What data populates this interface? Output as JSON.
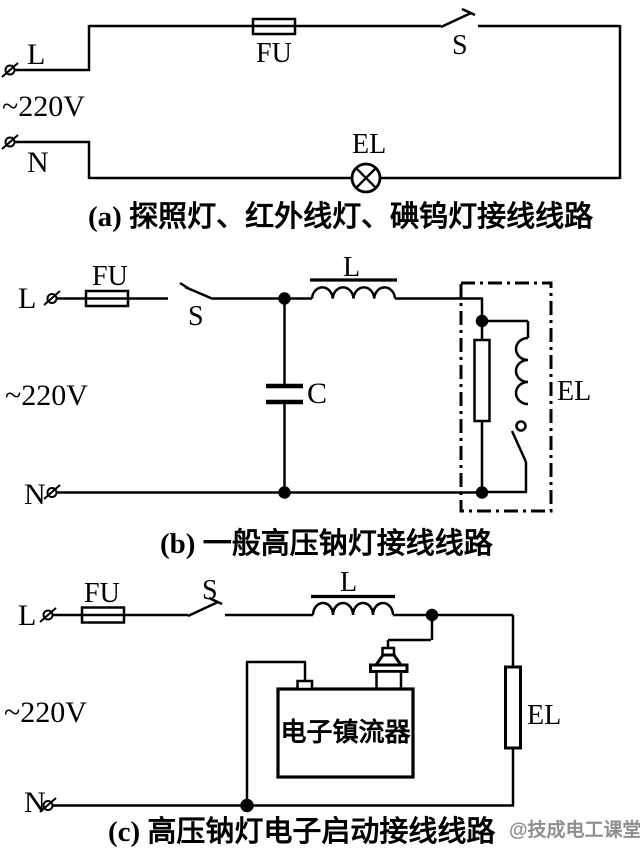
{
  "figure": {
    "background": "#ffffff",
    "ink": "#000000",
    "watermark_color": "#8f8f8f"
  },
  "circuit_a": {
    "caption": "(a) 探照灯、红外线灯、碘钨灯接线线路",
    "labels": {
      "live": "L",
      "voltage": "~220V",
      "neutral": "N",
      "fuse": "FU",
      "switch": "S",
      "lamp": "EL"
    }
  },
  "circuit_b": {
    "caption": "(b) 一般高压钠灯接线线路",
    "labels": {
      "live": "L",
      "voltage": "~220V",
      "neutral": "N",
      "fuse": "FU",
      "switch": "S",
      "inductor": "L",
      "capacitor": "C",
      "lamp": "EL"
    }
  },
  "circuit_c": {
    "caption": "(c) 高压钠灯电子启动接线线路",
    "labels": {
      "live": "L",
      "voltage": "~220V",
      "neutral": "N",
      "fuse": "FU",
      "switch": "S",
      "inductor": "L",
      "ballast": "电子镇流器",
      "lamp": "EL"
    }
  },
  "watermark": "@技成电工课堂"
}
